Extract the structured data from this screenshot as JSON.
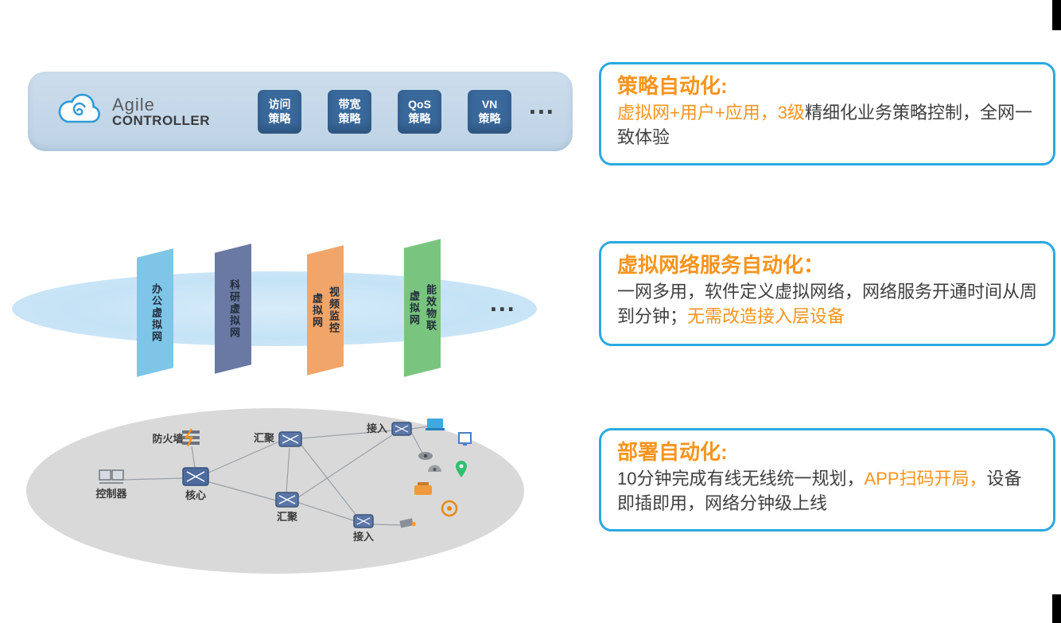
{
  "theme": {
    "accent_orange": "#F7941E",
    "callout_border_blue": "#2BA9E0",
    "body_text": "#3F3F3F",
    "policy_box_blue": "#39689B",
    "controller_bar_blue": "#C5D8E9",
    "vn_ellipse_blue": "#C9E4F7",
    "physical_ellipse_gray": "#D9D9D9",
    "panel_colors": [
      "#7EC5E8",
      "#6A79A3",
      "#F2A568",
      "#79C57F"
    ]
  },
  "controller_bar": {
    "brand_line1": "Agile",
    "brand_line2": "CONTROLLER",
    "policies": [
      {
        "line1": "访问",
        "line2": "策略"
      },
      {
        "line1": "带宽",
        "line2": "策略"
      },
      {
        "line1": "QoS",
        "line2": "策略"
      },
      {
        "line1": "VN",
        "line2": "策略"
      }
    ],
    "ellipsis": "..."
  },
  "virtual_network_layer": {
    "panels": [
      {
        "label": "办公虚拟网",
        "col1": "办公虚拟网",
        "col2": "",
        "color": "#7EC5E8"
      },
      {
        "label": "科研虚拟网",
        "col1": "科研虚拟网",
        "col2": "",
        "color": "#6A79A3"
      },
      {
        "label": "视频监控虚拟网",
        "col1": "视频监控",
        "col2": "虚拟网",
        "color": "#F2A568"
      },
      {
        "label": "能效物联虚拟网",
        "col1": "能效物联",
        "col2": "虚拟网",
        "color": "#79C57F"
      }
    ],
    "ellipsis": "..."
  },
  "physical_network": {
    "labels": {
      "controller": "控制器",
      "firewall": "防火墙",
      "core": "核心",
      "aggregation_top": "汇聚",
      "aggregation_bottom": "汇聚",
      "access_top": "接入",
      "access_bottom": "接入"
    }
  },
  "callouts": [
    {
      "title": "策略自动化:",
      "segments": [
        {
          "text": "虚拟网+用户+应用，3级",
          "emphasis": true
        },
        {
          "text": "精细化业务策略控制，全网一致体验",
          "emphasis": false
        }
      ]
    },
    {
      "title": "虚拟网络服务自动化：",
      "segments": [
        {
          "text": "一网多用，软件定义虚拟网络，网络服务开通时间从周到分钟；",
          "emphasis": false
        },
        {
          "text": "无需改造接入层设备",
          "emphasis": true
        }
      ]
    },
    {
      "title": "部署自动化:",
      "segments": [
        {
          "text": "10分钟完成有线无线统一规划，",
          "emphasis": false
        },
        {
          "text": "APP扫码开局，",
          "emphasis": true
        },
        {
          "text": "设备即插即用，网络分钟级上线",
          "emphasis": false
        }
      ]
    }
  ]
}
